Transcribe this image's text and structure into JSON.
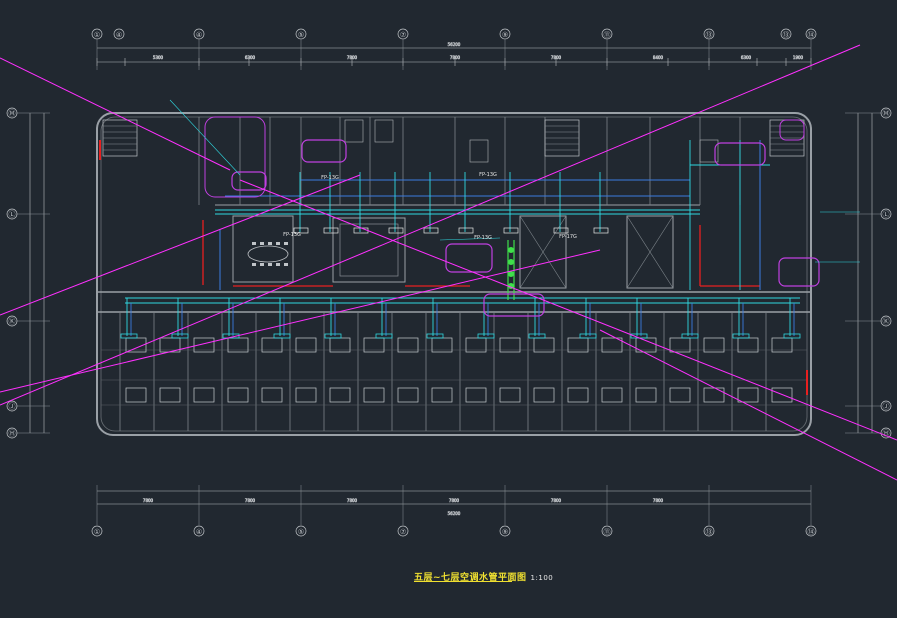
{
  "drawing": {
    "title": "五层~七层空调水管平面图",
    "scale": "1:100"
  },
  "axes": {
    "top": [
      "①",
      "④",
      "⑤",
      "⑦",
      "⑨",
      "⑪",
      "⑬",
      "⑭"
    ],
    "bottom": [
      "①",
      "④",
      "⑤",
      "⑦",
      "⑨",
      "⑪",
      "⑬",
      "⑭"
    ],
    "left": [
      "Ⓜ",
      "Ⓛ",
      "Ⓚ",
      "Ⓙ",
      "Ⓗ"
    ],
    "right": [
      "Ⓜ",
      "Ⓛ",
      "Ⓚ",
      "Ⓙ",
      "Ⓗ"
    ]
  },
  "dimensions": {
    "total": "56200",
    "top_spans": [
      "5300",
      "6300",
      "7800",
      "7800",
      "7800",
      "8400",
      "6300",
      "1900"
    ],
    "bottom_spans": [
      "7800",
      "7800",
      "7800",
      "7800",
      "7800",
      "7800"
    ]
  },
  "labels": {
    "fp_a": "FP-13G",
    "fp_b": "FP-13G",
    "fp_c": "FP-13G",
    "fp_d": "FP-17G",
    "fp_e": "FP-13G"
  },
  "colors": {
    "background": "#212830",
    "walls": "#9aa0a6",
    "pipe_cyan": "#2fd8e0",
    "pipe_blue": "#3a7be0",
    "pipe_green": "#3fe04a",
    "annotation_magenta": "#c040e0",
    "axis_line": "#ff30ff",
    "red": "#e82020",
    "title": "#f0e030"
  }
}
